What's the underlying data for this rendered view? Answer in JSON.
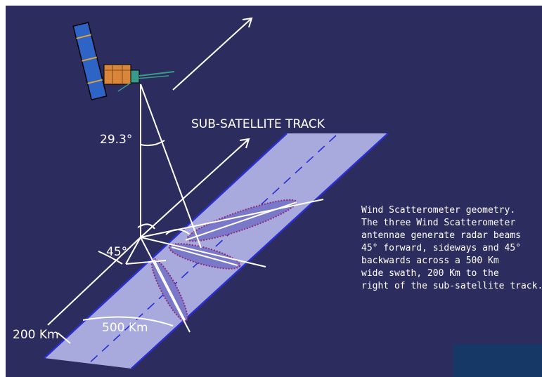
{
  "labels": {
    "angle_top": "29.3°",
    "track_title": "SUB-SATELLITE TRACK",
    "angle_left": "45°",
    "distance_offset": "200 Km",
    "swath_width": "500 Km"
  },
  "caption": {
    "lines": [
      "Wind Scatterometer geometry.",
      "The three Wind Scatterometer",
      "antennae generate radar beams",
      "45° forward, sideways and 45°",
      "backwards across a 500 Km",
      "wide swath, 200 Km to the",
      "right of the sub-satellite track."
    ]
  },
  "colors": {
    "background": "#2d2c5e",
    "swath": "#a8a9dc",
    "swath_edge": "#2a2fd0",
    "beam_footprint": "#7a78c8",
    "footprint_outline": "#8b2f7a",
    "solar_panel": "#2e64c6",
    "satellite_body": "#d9853a",
    "corner_block": "#163866",
    "lines": "#ffffff"
  },
  "icons": [
    "satellite-icon"
  ]
}
